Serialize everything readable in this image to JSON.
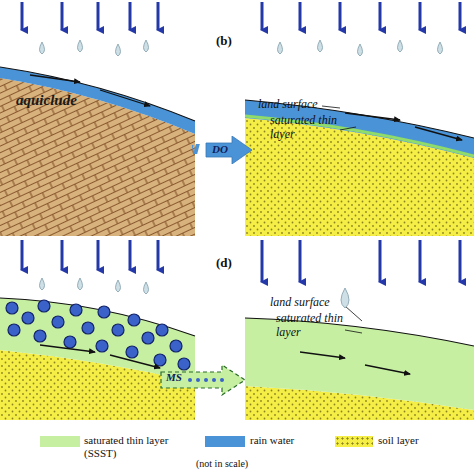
{
  "diagram": {
    "nodes": [
      {
        "text": [
          "DO"
        ]
      },
      {
        "text": [
          "MS"
        ]
      }
    ],
    "labels": [
      "(b)",
      "aquiclude",
      "land surface",
      "saturated thin layer",
      "(d)",
      "land surface",
      "saturated thin layer",
      "(not in scale)"
    ],
    "legend": [
      {
        "text": "saturated thin layer (SSST)",
        "color": "#c6efa2"
      },
      {
        "text": "rain water",
        "color": "#4a93d6"
      },
      {
        "text": "soil layer"
      }
    ]
  }
}
